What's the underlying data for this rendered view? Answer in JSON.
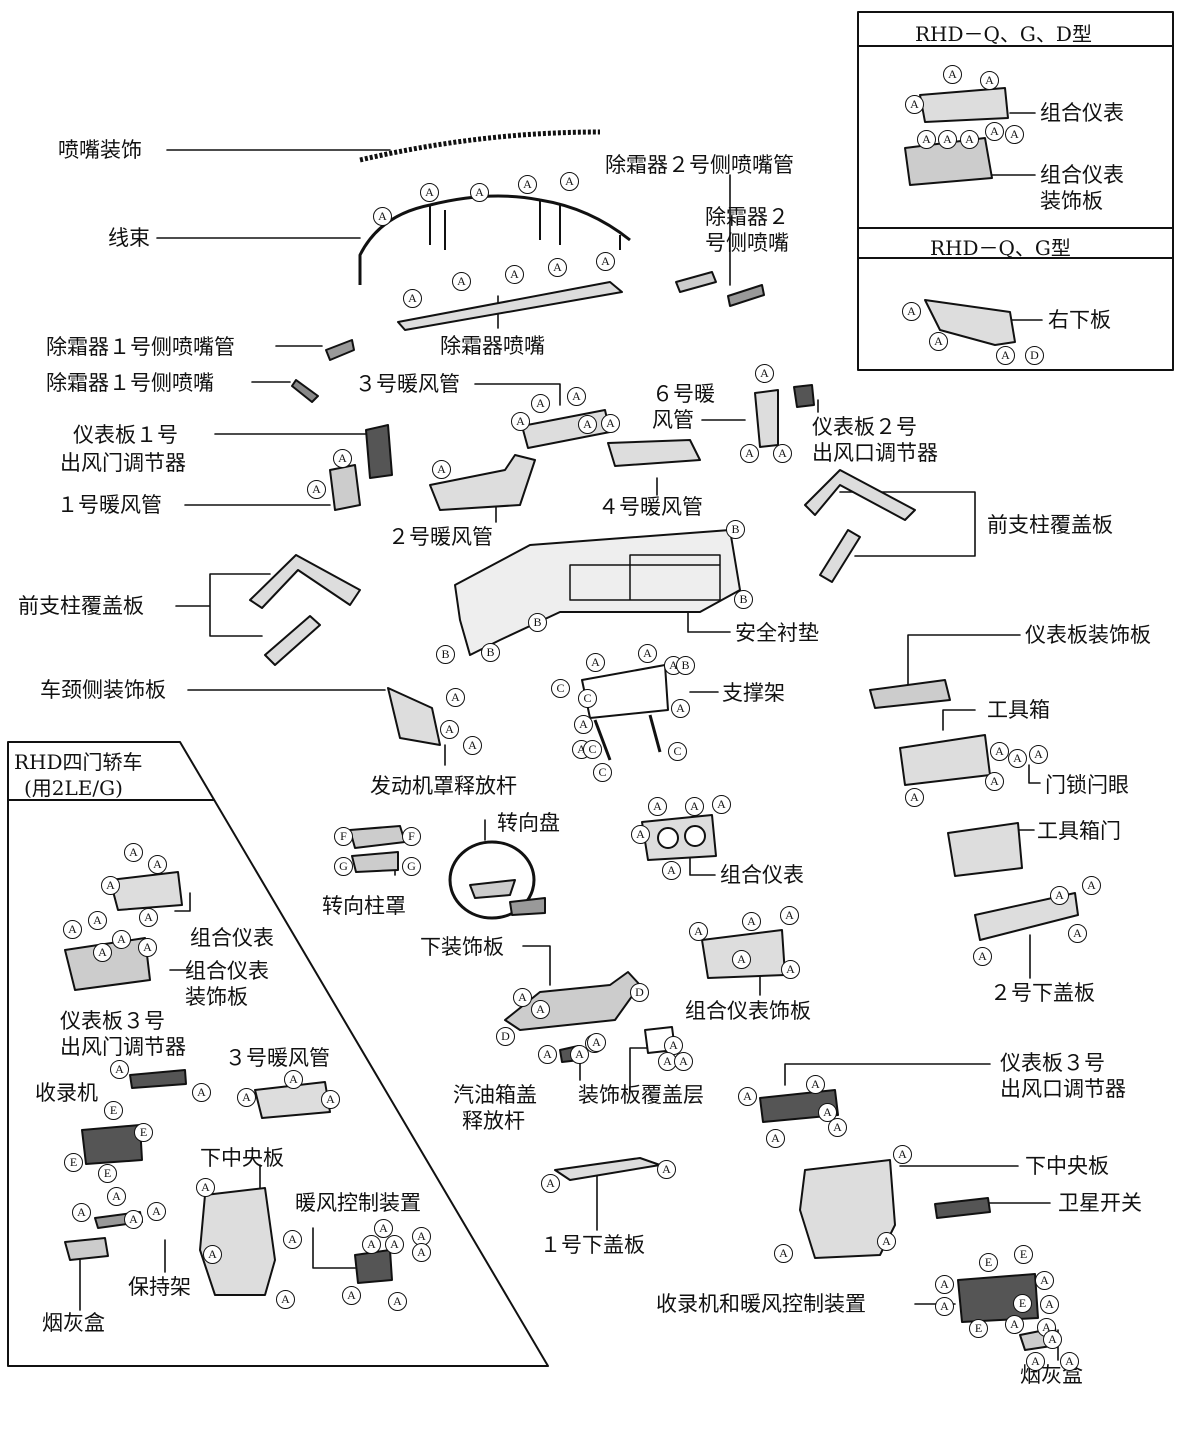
{
  "boxes": {
    "q_g_d_title": "RHD－Q、G、D型",
    "q_g_title": "RHD－Q、G型",
    "sedan_title_line1": "RHD四门轿车",
    "sedan_title_line2": "(用2LE/G)"
  },
  "labels": {
    "nozzle_trim": "喷嘴装饰",
    "harness": "线束",
    "defroster_nozzle": "除霜器喷嘴",
    "def2_duct": "除霜器２号侧喷嘴管",
    "def2_nozzle_l1": "除霜器２",
    "def2_nozzle_l2": "号侧喷嘴",
    "def1_duct": "除霜器１号侧喷嘴管",
    "def1_nozzle": "除霜器１号侧喷嘴",
    "duct3": "３号暖风管",
    "duct6_l1": "６号暖",
    "duct6_l2": "风管",
    "reg2_l1": "仪表板２号",
    "reg2_l2": "出风口调节器",
    "reg1_l1": "仪表板１号",
    "reg1_l2": "出风门调节器",
    "duct1": "１号暖风管",
    "duct2": "２号暖风管",
    "duct4": "４号暖风管",
    "pillar_r": "前支柱覆盖板",
    "pillar_l": "前支柱覆盖板",
    "safety_pad": "安全衬垫",
    "panel_trim": "仪表板装饰板",
    "cowl_trim": "车颈侧装饰板",
    "brace": "支撑架",
    "glovebox": "工具箱",
    "hood_release": "发动机罩释放杆",
    "steering_wheel": "转向盘",
    "lock_striker": "门锁闩眼",
    "glovebox_door": "工具箱门",
    "column_cover": "转向柱罩",
    "combo_meter": "组合仪表",
    "lower_trim": "下装饰板",
    "meter_trim": "组合仪表饰板",
    "lower_cover2": "２号下盖板",
    "fuel_release_l1": "汽油箱盖",
    "fuel_release_l2": "释放杆",
    "trim_cover": "装饰板覆盖层",
    "reg3_l1": "仪表板３号",
    "reg3_l2": "出风口调节器",
    "lower_center": "下中央板",
    "sat_switch": "卫星开关",
    "lower_cover1": "１号下盖板",
    "radio_heater": "收录机和暖风控制装置",
    "ashtray": "烟灰盒",
    "box1_combo_meter": "组合仪表",
    "box1_meter_trim_l1": "组合仪表",
    "box1_meter_trim_l2": "装饰板",
    "box2_lower_right": "右下板",
    "sb_combo_meter": "组合仪表",
    "sb_meter_trim_l1": "组合仪表",
    "sb_meter_trim_l2": "装饰板",
    "sb_reg3_l1": "仪表板３号",
    "sb_reg3_l2": "出风门调节器",
    "sb_duct3": "３号暖风管",
    "sb_radio": "收录机",
    "sb_lower_center": "下中央板",
    "sb_heater_ctrl": "暖风控制装置",
    "sb_retainer": "保持架",
    "sb_ashtray": "烟灰盒"
  },
  "markers": {
    "A": "A",
    "B": "B",
    "C": "C",
    "D": "D",
    "E": "E",
    "F": "F",
    "G": "G"
  }
}
